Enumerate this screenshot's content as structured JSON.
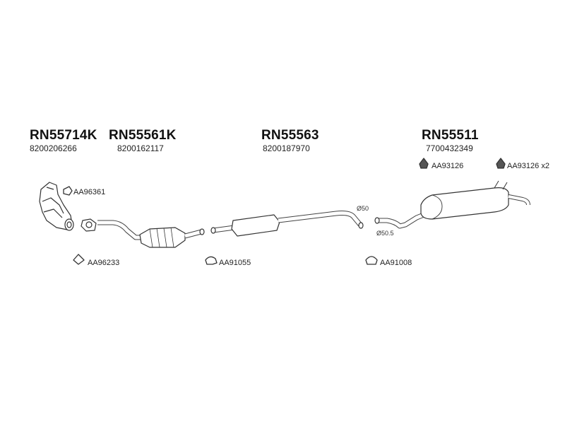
{
  "parts": [
    {
      "code": "RN55714K",
      "oem": "8200206266"
    },
    {
      "code": "RN55561K",
      "oem": "8200162117"
    },
    {
      "code": "RN55563",
      "oem": "8200187970"
    },
    {
      "code": "RN55511",
      "oem": "7700432349"
    }
  ],
  "fittings": {
    "aa96361": "AA96361",
    "aa96233": "AA96233",
    "aa91055": "AA91055",
    "aa91008": "AA91008",
    "aa93126_a": "AA93126",
    "aa93126_b": "AA93126 x2"
  },
  "dimensions": {
    "d50": "Ø50",
    "d50_5": "Ø50.5"
  }
}
